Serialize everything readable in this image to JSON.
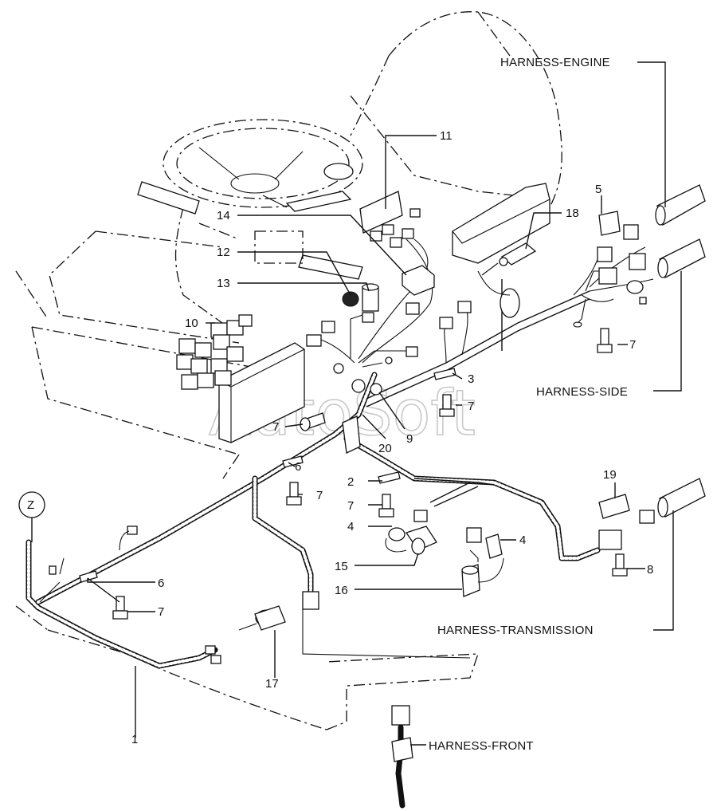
{
  "callouts": {
    "n1": "1",
    "n2": "2",
    "n3": "3",
    "n4a": "4",
    "n4b": "4",
    "n5": "5",
    "n6a": "6",
    "n6b": "6",
    "n7a": "7",
    "n7b": "7",
    "n7c": "7",
    "n7d": "7",
    "n7e": "7",
    "n7f": "7",
    "n8": "8",
    "n9": "9",
    "n10": "10",
    "n11": "11",
    "n12": "12",
    "n13": "13",
    "n14": "14",
    "n15": "15",
    "n16": "16",
    "n17": "17",
    "n18": "18",
    "n19": "19",
    "n20": "20",
    "z": "Z"
  },
  "harness_labels": {
    "engine": "HARNESS-ENGINE",
    "side": "HARNESS-SIDE",
    "transmission": "HARNESS-TRANSMISSION",
    "front": "HARNESS-FRONT"
  },
  "watermark": "AutoSoft"
}
